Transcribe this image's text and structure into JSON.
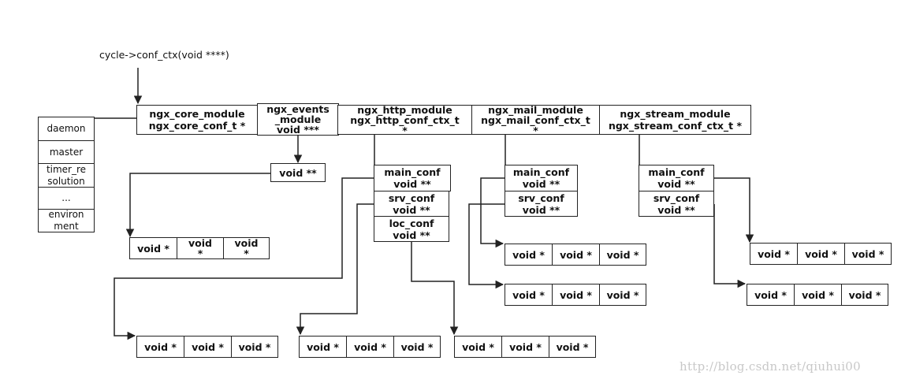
{
  "pointer_label": "cycle->conf_ctx(void ****)",
  "core_conf_fields": [
    "daemon",
    "master",
    "timer_re\nsolution",
    "...",
    "environ\nment"
  ],
  "module_row": [
    "ngx_core_module\nngx_core_conf_t *",
    "ngx_events\n_module\nvoid ***",
    "ngx_http_module\nngx_http_conf_ctx_t\n*",
    "ngx_mail_module\nngx_mail_conf_ctx_t\n*",
    "ngx_stream_module\nngx_stream_conf_ctx_t *"
  ],
  "events": {
    "void_pp": "void **",
    "array": [
      "void *",
      "void\n*",
      "void\n*"
    ]
  },
  "http": {
    "main_conf": "main_conf\nvoid **",
    "srv_conf": "srv_conf\nvoid **",
    "loc_conf": "loc_conf\nvoid **"
  },
  "mail": {
    "main_conf": "main_conf\nvoid **",
    "srv_conf": "srv_conf\nvoid **"
  },
  "stream": {
    "main_conf": "main_conf\nvoid **",
    "srv_conf": "srv_conf\nvoid **"
  },
  "void_array_cell": "void *",
  "watermark": "http://blog.csdn.net/qiuhui00"
}
